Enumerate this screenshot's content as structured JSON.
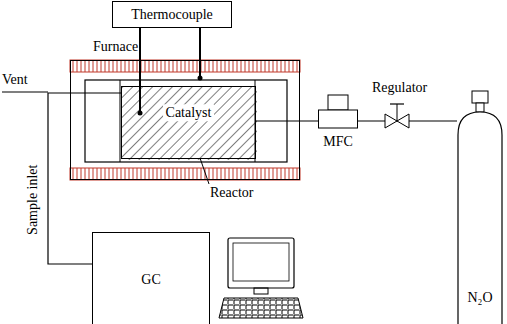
{
  "diagram": {
    "nodes": [
      {
        "text": [
          "Thermocouple"
        ]
      },
      {
        "text": [
          "Furnace"
        ]
      },
      {
        "text": [
          "Catalyst"
        ],
        "in": 1
      },
      {
        "text": [
          "MFC"
        ]
      },
      {
        "text": [
          "N₂O"
        ]
      },
      {
        "text": [
          "GC"
        ]
      }
    ],
    "edges": [
      {
        "from": 0,
        "to": 2,
        "arrow": "none"
      },
      {
        "from": 0,
        "to": 1,
        "arrow": "none"
      },
      {
        "from": 2,
        "to": 3,
        "arrow": "none"
      },
      {
        "from": 3,
        "to": 4,
        "arrow": "none"
      },
      {
        "from": 2,
        "to": 5,
        "arrow": "none"
      }
    ],
    "labels": [
      "Reactor",
      "Vent",
      "Sample inlet",
      "Regulator"
    ]
  }
}
